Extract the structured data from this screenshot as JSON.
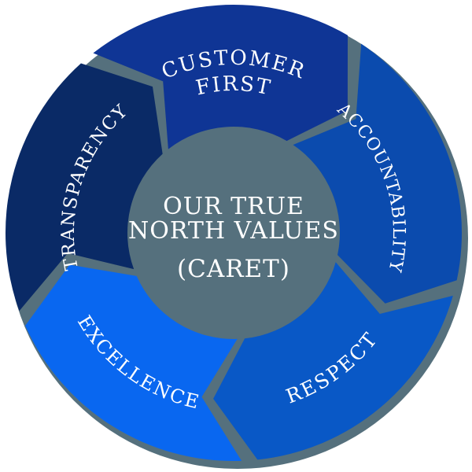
{
  "diagram": {
    "center": {
      "line1": "OUR TRUE",
      "line2": "NORTH VALUES",
      "line3": "(CARET)"
    },
    "segments": [
      {
        "label": "CUSTOMER FIRST",
        "label_lines": [
          "CUSTOMER",
          "FIRST"
        ],
        "color": "#0f3595"
      },
      {
        "label": "ACCOUNTABILITY",
        "color": "#0b4bae"
      },
      {
        "label": "RESPECT",
        "color": "#0958c6"
      },
      {
        "label": "EXCELLENCE",
        "color": "#0967f0"
      },
      {
        "label": "TRANSPARENCY",
        "color": "#0a2a66"
      }
    ],
    "hub_color": "#55707d",
    "text_color": "#ffffff",
    "background": "#ffffff"
  }
}
